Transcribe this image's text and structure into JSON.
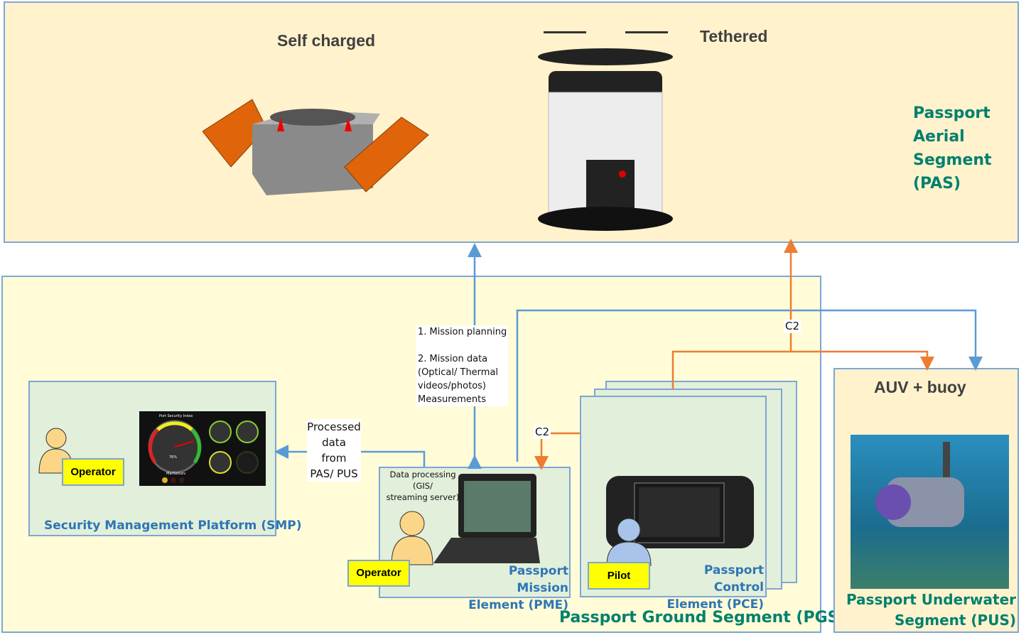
{
  "pas": {
    "title": "Passport Aerial Segment (PAS)",
    "lines": [
      "Passport",
      "Aerial",
      "Segment",
      "(PAS)"
    ],
    "self_charged": "Self charged",
    "tethered": "Tethered"
  },
  "pgs": {
    "title": "Passport Ground Segment (PGS)"
  },
  "smp": {
    "title": "Security Management Platform (SMP)",
    "operator": "Operator",
    "dashboard_title": "Port Security Index",
    "dashboard_level": "MarSecLev",
    "dashboard_value": "76%"
  },
  "pme": {
    "title_1": "Passport Mission",
    "title_2": "Element (PME)",
    "operator": "Operator",
    "note": [
      "Data processing",
      "(GIS/",
      "streaming server)"
    ]
  },
  "pce": {
    "title_1": "Passport Control",
    "title_2": "Element (PCE)",
    "pilot": "Pilot"
  },
  "pus": {
    "header": "AUV + buoy",
    "title_1": "Passport Underwater",
    "title_2": "Segment (PUS)"
  },
  "labels": {
    "mission": [
      "1. Mission planning",
      "",
      "2. Mission data",
      "(Optical/ Thermal",
      "videos/photos)",
      "Measurements"
    ],
    "processed": [
      "Processed",
      "data",
      "from",
      "PAS/ PUS"
    ],
    "c2_top": "C2",
    "c2_mid": "C2"
  },
  "colors": {
    "blue_line": "#5b9bd5",
    "orange_line": "#ed7d31",
    "teal_text": "#00806e",
    "blue_text": "#2e75b6",
    "operator_label": "#ffff00"
  }
}
